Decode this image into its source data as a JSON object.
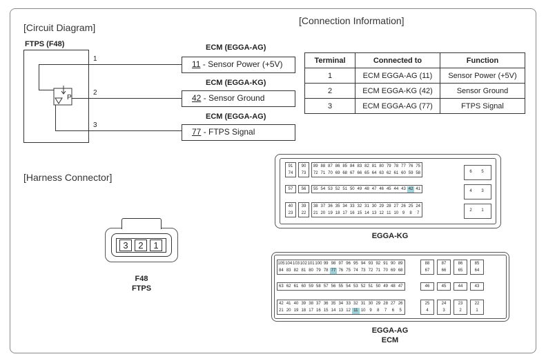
{
  "sections": {
    "circuit": "[Circuit Diagram]",
    "connection": "[Connection Information]",
    "harness": "[Harness Connector]"
  },
  "circuit": {
    "component": "FTPS (F48)",
    "sensor_symbol": "P",
    "wires": [
      {
        "pin": "1",
        "ecm": "ECM (EGGA-AG)",
        "term": "11",
        "label": " - Sensor Power (+5V)"
      },
      {
        "pin": "2",
        "ecm": "ECM (EGGA-KG)",
        "term": "42",
        "label": " - Sensor Ground"
      },
      {
        "pin": "3",
        "ecm": "ECM (EGGA-AG)",
        "term": "77",
        "label": " - FTPS Signal"
      }
    ]
  },
  "table": {
    "headers": [
      "Terminal",
      "Connected to",
      "Function"
    ],
    "rows": [
      [
        "1",
        "ECM EGGA-AG (11)",
        "Sensor Power (+5V)"
      ],
      [
        "2",
        "ECM EGGA-KG (42)",
        "Sensor Ground"
      ],
      [
        "3",
        "ECM EGGA-AG (77)",
        "FTPS Signal"
      ]
    ]
  },
  "f48": {
    "pins": [
      "3",
      "2",
      "1"
    ],
    "caption1": "F48",
    "caption2": "FTPS"
  },
  "kg": {
    "caption": "EGGA-KG",
    "highlight": "42",
    "rows": [
      {
        "a": [
          "91",
          "74"
        ],
        "b": [
          "90",
          "73"
        ],
        "c1": [
          "89",
          "88",
          "87",
          "86",
          "85",
          "84",
          "83",
          "82",
          "81",
          "80",
          "79",
          "78",
          "77",
          "76",
          "75"
        ],
        "c2": [
          "72",
          "71",
          "70",
          "69",
          "68",
          "67",
          "66",
          "65",
          "64",
          "63",
          "62",
          "61",
          "60",
          "59",
          "58"
        ]
      },
      {
        "a": [
          "57"
        ],
        "b": [
          "56"
        ],
        "c1": [
          "55",
          "54",
          "53",
          "52",
          "51",
          "50",
          "49",
          "48",
          "47",
          "46",
          "45",
          "44",
          "43",
          "42",
          "41"
        ]
      },
      {
        "a": [
          "40",
          "23"
        ],
        "b": [
          "39",
          "22"
        ],
        "c1": [
          "38",
          "37",
          "36",
          "35",
          "34",
          "33",
          "32",
          "31",
          "30",
          "29",
          "28",
          "27",
          "26",
          "25",
          "24"
        ],
        "c2": [
          "21",
          "20",
          "19",
          "18",
          "17",
          "16",
          "15",
          "14",
          "13",
          "12",
          "11",
          "10",
          "9",
          "8",
          "7"
        ]
      }
    ],
    "side": [
      [
        "6",
        "5"
      ],
      [
        "4",
        "3"
      ],
      [
        "2",
        "1"
      ]
    ]
  },
  "ag": {
    "caption1": "EGGA-AG",
    "caption2": "ECM",
    "highlight": [
      "77",
      "11"
    ],
    "main": [
      {
        "r1": [
          "105",
          "104",
          "103",
          "102",
          "101",
          "100",
          "99",
          "98",
          "97",
          "96",
          "95",
          "94",
          "93",
          "92",
          "91",
          "90",
          "89"
        ],
        "r2": [
          "84",
          "83",
          "82",
          "81",
          "80",
          "79",
          "78",
          "77",
          "76",
          "75",
          "74",
          "73",
          "72",
          "71",
          "70",
          "69",
          "68"
        ],
        "side1": [
          "88",
          "87",
          "86",
          "85"
        ],
        "side2": [
          "67",
          "66",
          "65",
          "64"
        ]
      },
      {
        "r1": [
          "63",
          "62",
          "61",
          "60",
          "59",
          "58",
          "57",
          "56",
          "55",
          "54",
          "53",
          "52",
          "51",
          "50",
          "49",
          "48",
          "47"
        ],
        "side1": [
          "46",
          "45",
          "44",
          "43"
        ]
      },
      {
        "r1": [
          "42",
          "41",
          "40",
          "39",
          "38",
          "37",
          "36",
          "35",
          "34",
          "33",
          "32",
          "31",
          "30",
          "29",
          "28",
          "27",
          "26"
        ],
        "r2": [
          "21",
          "20",
          "19",
          "18",
          "17",
          "16",
          "15",
          "14",
          "13",
          "12",
          "11",
          "10",
          "9",
          "8",
          "7",
          "6",
          "5"
        ],
        "side1": [
          "25",
          "24",
          "23",
          "22"
        ],
        "side2": [
          "4",
          "3",
          "2",
          "1"
        ]
      }
    ]
  }
}
